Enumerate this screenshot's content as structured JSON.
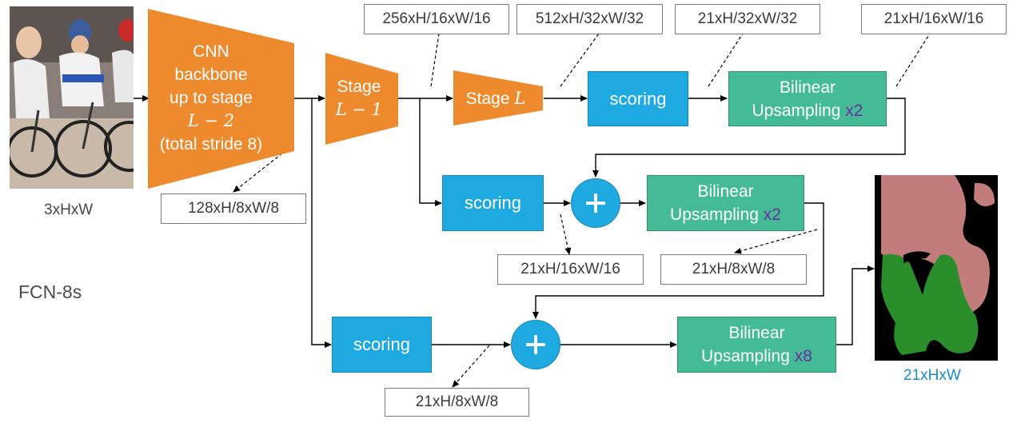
{
  "colors": {
    "orange": "#ee8a2e",
    "blue": "#1fa9e1",
    "green": "#45bb95",
    "accent_purple": "#6a2fa0",
    "caption_blue": "#1a8ccc"
  },
  "input": {
    "image_alt": "cyclists photo",
    "caption": "3xHxW"
  },
  "backbone": {
    "line1": "CNN",
    "line2": "backbone",
    "line3": "up to stage",
    "math": "L − 2",
    "line4": "(total stride 8)"
  },
  "stage_l1": {
    "word": "Stage",
    "math": "L − 1"
  },
  "stage_l": {
    "word": "Stage",
    "math": "L"
  },
  "scoring_label": "scoring",
  "upsample": {
    "line1": "Bilinear",
    "line2": "Upsampling",
    "x2": "x2",
    "x8": "x8"
  },
  "shapes": {
    "s128": "128xH/8xW/8",
    "s256": "256xH/16xW/16",
    "s512": "512xH/32xW/32",
    "s21_32": "21xH/32xW/32",
    "s21_16_top": "21xH/16xW/16",
    "s21_16_mid": "21xH/16xW/16",
    "s21_8_mid": "21xH/8xW/8",
    "s21_8_bot": "21xH/8xW/8"
  },
  "model_name": "FCN-8s",
  "output": {
    "caption": "21xHxW"
  }
}
